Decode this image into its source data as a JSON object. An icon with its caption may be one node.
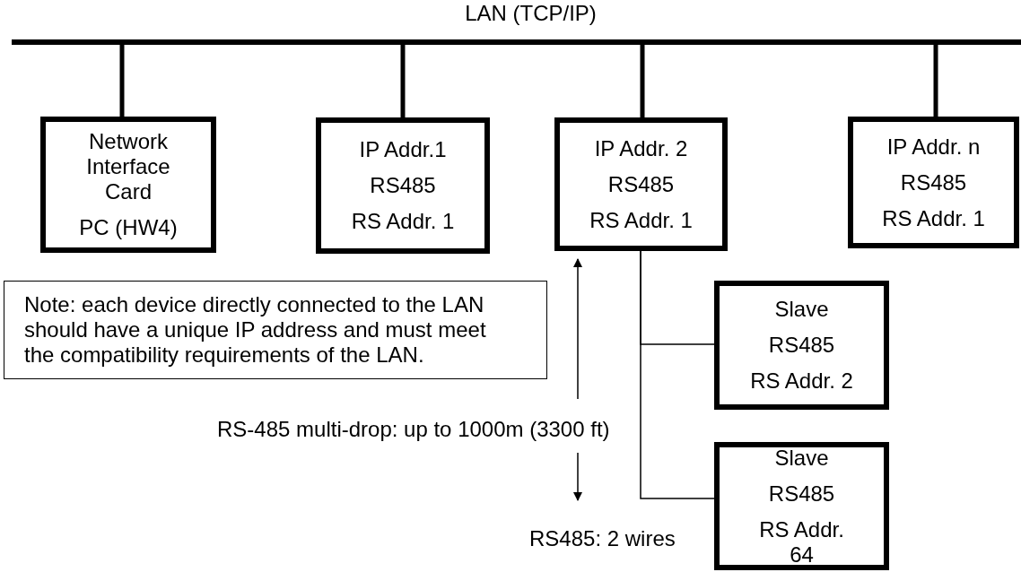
{
  "diagram": {
    "nodes": [
      {
        "text": [
          "LAN (TCP/IP)"
        ]
      },
      {
        "text": [
          "Network Interface Card",
          "PC (HW4)"
        ]
      },
      {
        "text": [
          "IP Addr.1",
          "RS485",
          "RS Addr. 1"
        ]
      },
      {
        "text": [
          "IP Addr. 2",
          "RS485",
          "RS Addr. 1"
        ]
      },
      {
        "text": [
          "IP Addr. n",
          "RS485",
          "RS Addr. 1"
        ]
      },
      {
        "text": [
          "Note: each device directly connected to the LAN should have a unique IP address and must meet the compatibility requirements of the LAN."
        ]
      },
      {
        "text": [
          "Slave",
          "RS485",
          "RS Addr. 2"
        ]
      },
      {
        "text": [
          "Slave",
          "RS485",
          "RS Addr. 64"
        ]
      }
    ],
    "edges": [
      {
        "from": 0,
        "to": 1,
        "arrow": "none"
      },
      {
        "from": 0,
        "to": 2,
        "arrow": "none"
      },
      {
        "from": 0,
        "to": 3,
        "arrow": "none"
      },
      {
        "from": 0,
        "to": 4,
        "arrow": "none"
      },
      {
        "from": 3,
        "to": 6,
        "arrow": "none"
      },
      {
        "from": 3,
        "to": 7,
        "arrow": "none"
      }
    ],
    "labels": [
      "RS-485 multi-drop: up to 1000m (3300 ft)",
      "RS485: 2 wires"
    ]
  }
}
